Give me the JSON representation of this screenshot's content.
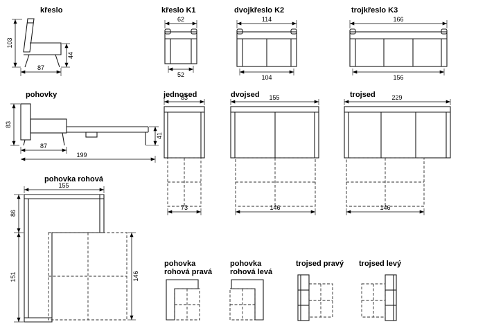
{
  "diagram": {
    "bg": "#ffffff",
    "line_color": "#000000",
    "kreslo": {
      "title": "křeslo",
      "dim_height": "103",
      "dim_seat_height": "44",
      "dim_depth": "87"
    },
    "kreslo_k1": {
      "title": "křeslo K1",
      "dim_width_top": "62",
      "dim_width_bottom": "52"
    },
    "dvojkreslo_k2": {
      "title": "dvojkřeslo K2",
      "dim_width_top": "114",
      "dim_width_bottom": "104"
    },
    "trojkreslo_k3": {
      "title": "trojkřeslo K3",
      "dim_width_top": "166",
      "dim_width_bottom": "156"
    },
    "pohovky": {
      "title": "pohovky",
      "dim_height": "83",
      "dim_seat_depth": "87",
      "dim_total_length": "199",
      "dim_bed_height": "41"
    },
    "jednosed": {
      "title": "jednosed",
      "dim_width_top": "83",
      "dim_width_bottom": "73"
    },
    "dvojsed": {
      "title": "dvojsed",
      "dim_width_top": "155",
      "dim_width_bottom": "146"
    },
    "trojsed": {
      "title": "trojsed",
      "dim_width_top": "229",
      "dim_width_bottom": "146"
    },
    "pohovka_rohova": {
      "title": "pohovka rohová",
      "dim_width_top": "155",
      "dim_left_upper": "86",
      "dim_left_lower": "151",
      "dim_right": "146"
    },
    "rohova_prava": {
      "title_line1": "pohovka",
      "title_line2": "rohová pravá"
    },
    "rohova_leva": {
      "title_line1": "pohovka",
      "title_line2": "rohová levá"
    },
    "trojsed_pravy": {
      "title": "trojsed pravý"
    },
    "trojsed_levy": {
      "title": "trojsed levý"
    }
  }
}
